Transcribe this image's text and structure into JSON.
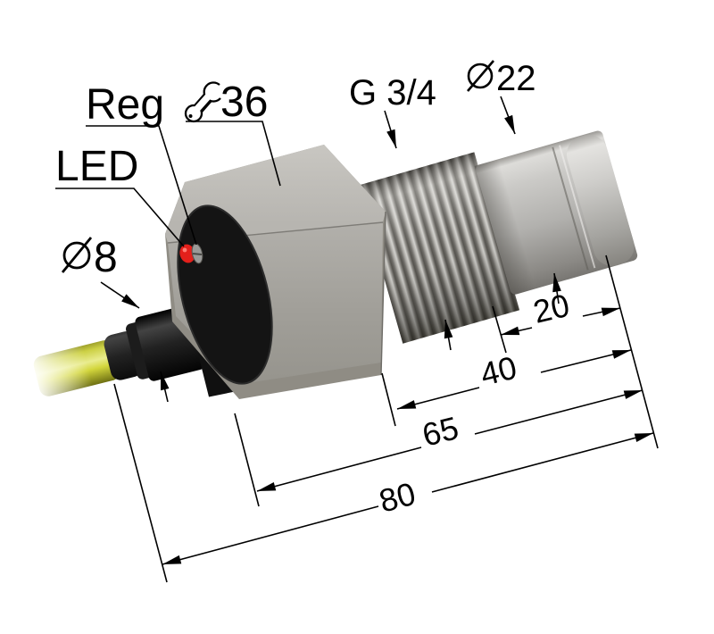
{
  "drawing": {
    "callouts": {
      "reg": "Reg",
      "led": "LED",
      "wrench_size": "36",
      "thread_spec": "G 3/4",
      "head_diameter": "22",
      "cable_diameter": "8"
    },
    "dimensions": {
      "head_length": "20",
      "thread_head_length": "40",
      "body_length": "65",
      "total_length": "80"
    },
    "colors": {
      "led_red": "#e3201b",
      "cable_yellow": "#d3d53a",
      "housing_gray": "#a9a7a1",
      "thread_gray": "#8a8883",
      "black_parts": "#161616",
      "line": "#000000",
      "background": "#ffffff"
    }
  }
}
